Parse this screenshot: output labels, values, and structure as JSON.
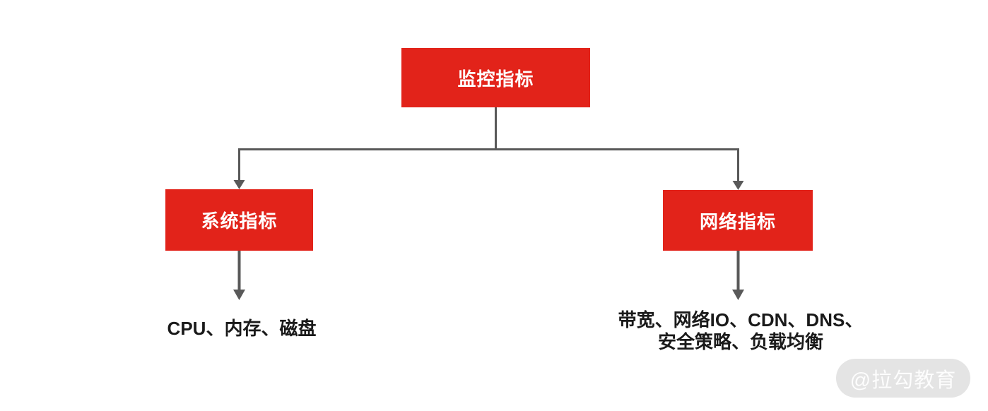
{
  "diagram": {
    "root": {
      "label": "监控指标"
    },
    "system": {
      "label": "系统指标"
    },
    "network": {
      "label": "网络指标"
    },
    "system_leaf": {
      "text": "CPU、内存、磁盘"
    },
    "network_leaf": {
      "line1": "带宽、网络IO、CDN、DNS、",
      "line2": "安全策略、负载均衡"
    }
  },
  "colors": {
    "node_red": "#e2231a",
    "node_text": "#ffffff",
    "connector_gray": "#595959",
    "leaf_text": "#1a1a1a",
    "watermark_bg": "#e4e4e4",
    "watermark_text": "#fafafa"
  },
  "watermark": {
    "label": "@拉勾教育"
  }
}
